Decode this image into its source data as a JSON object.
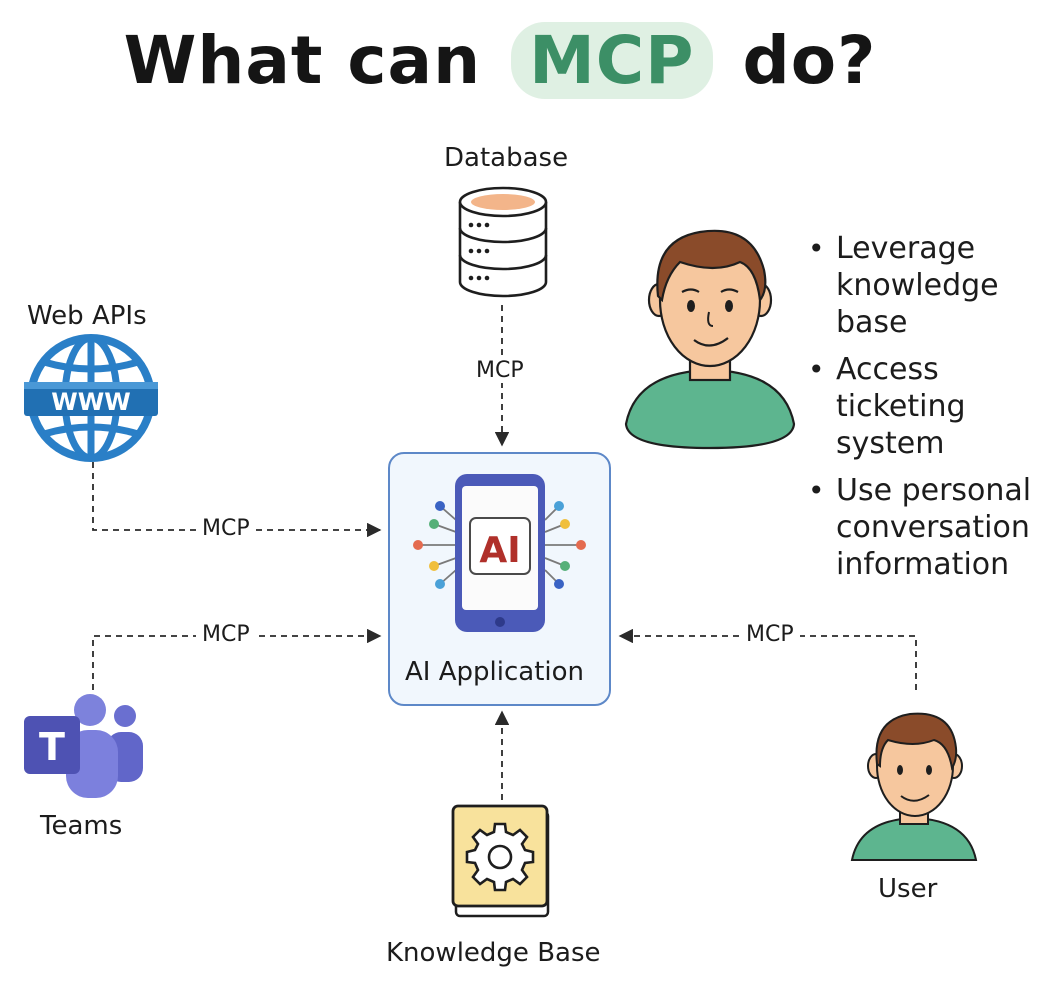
{
  "title": {
    "before": "What can",
    "highlight": "MCP",
    "after": "do?"
  },
  "nodes": {
    "database": "Database",
    "web_apis": "Web APIs",
    "teams": "Teams",
    "knowledge_base": "Knowledge Base",
    "user": "User",
    "ai_application": "AI Application"
  },
  "app_icon_text": "AI",
  "web_icon_text": "WWW",
  "teams_icon_letter": "T",
  "edges": {
    "database": "MCP",
    "web_apis": "MCP",
    "teams": "MCP",
    "user": "MCP"
  },
  "bullets": [
    "Leverage knowledge base",
    "Access ticketing system",
    "Use personal conversation information"
  ],
  "colors": {
    "highlight_bg": "#dff0e3",
    "highlight_text": "#3c8f66",
    "app_border": "#5d88c8",
    "app_bg": "#f1f7fd",
    "globe": "#2a7fc7",
    "teams": "#5a5fc4",
    "knowledge_book": "#f8e29c",
    "shirt": "#5db58f",
    "skin": "#f6c79e",
    "hair": "#8a4b2a"
  },
  "icons": [
    "database-icon",
    "globe-icon",
    "teams-icon",
    "book-gear-icon",
    "phone-ai-icon",
    "person-avatar-icon"
  ]
}
